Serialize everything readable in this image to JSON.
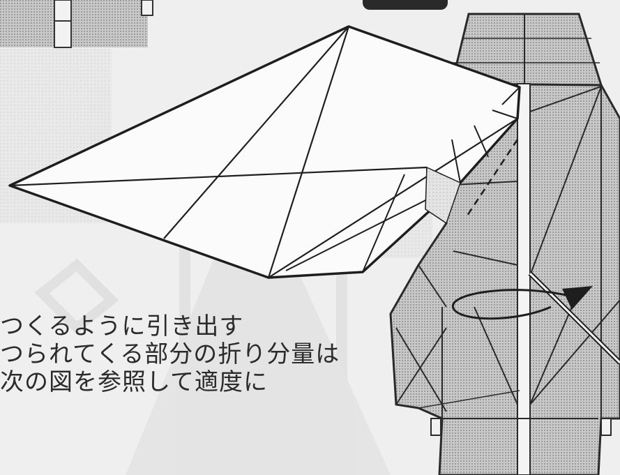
{
  "instructions": [
    "つくるように引き出す",
    "つられてくる部分の折り分量は",
    "次の図を参照して適度に"
  ]
}
